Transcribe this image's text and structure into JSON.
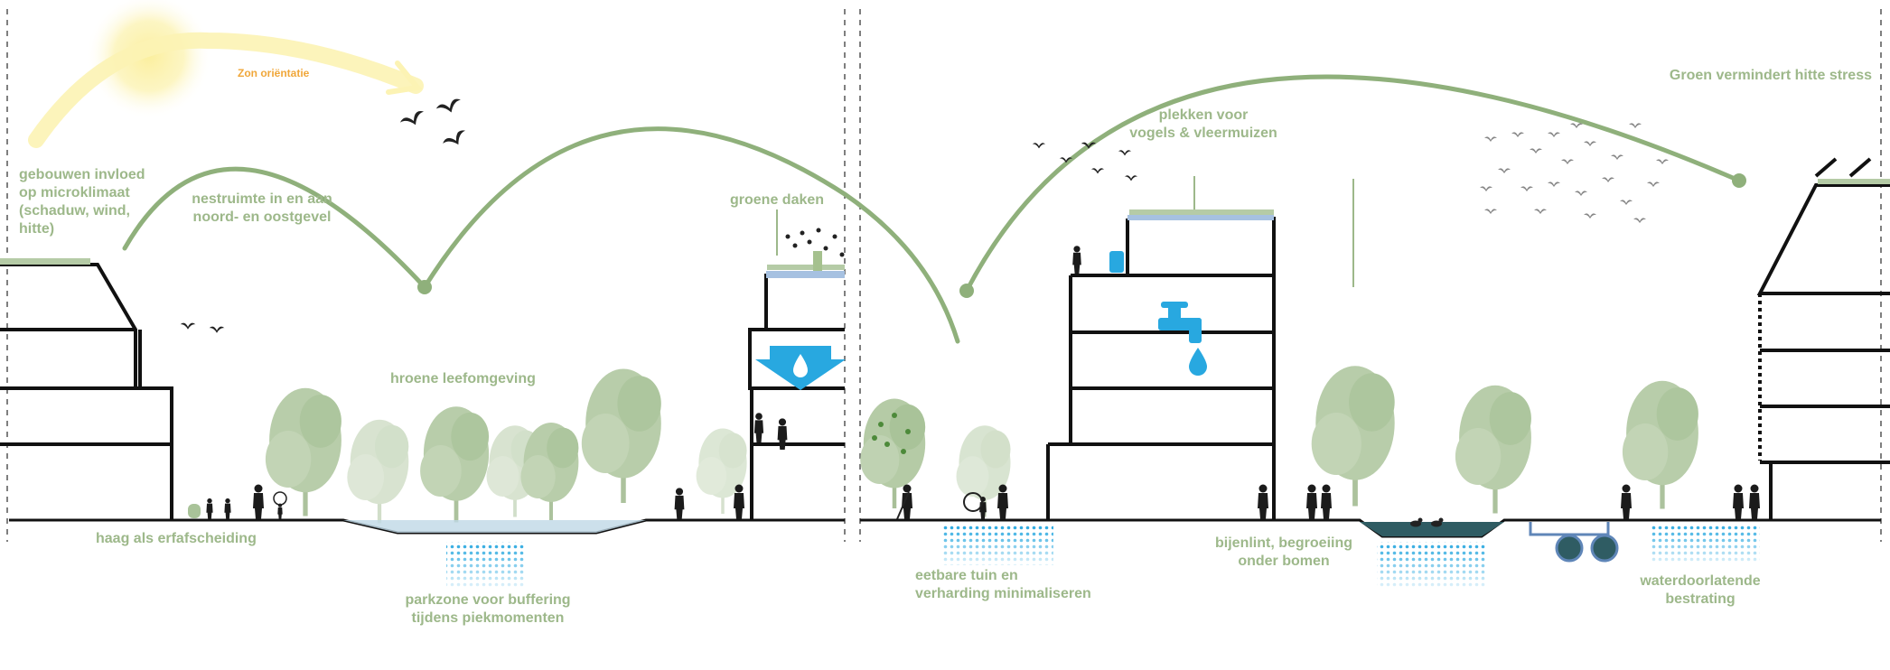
{
  "colors": {
    "label_green": "#9db88a",
    "arc_green": "#8fb07b",
    "tree_green": "#b5cba6",
    "water_blue": "#28a8e0",
    "sun_yellow": "#fbef9e",
    "sun_label": "#f0a73a",
    "building_line": "#111111"
  },
  "icons": [
    "sun-icon",
    "bird-icon",
    "tree-icon",
    "water-tap-icon",
    "water-drop-icon",
    "rain-arrow-icon",
    "person-icon",
    "duck-icon"
  ],
  "labels": {
    "sun_orientation": "Zon oriëntatie",
    "microclimate": "gebouwen invloed\nop microklimaat\n(schaduw, wind,\nhitte)",
    "nesting": "nestruimte in en aan\nnoord- en oostgevel",
    "green_roofs": "groene daken",
    "green_living": "hroene leefomgeving",
    "hedge": "haag als erfafscheiding",
    "park_buffer": "parkzone voor buffering\ntijdens piekmomenten",
    "birds_bats": "plekken voor\nvogels & vleermuizen",
    "heat_stress": "Groen vermindert hitte stress",
    "edible_garden": "eetbare tuin en\nverharding minimaliseren",
    "bee_ribbon": "bijenlint, begroeiing\nonder bomen",
    "permeable": "waterdoorlatende\nbestrating"
  }
}
